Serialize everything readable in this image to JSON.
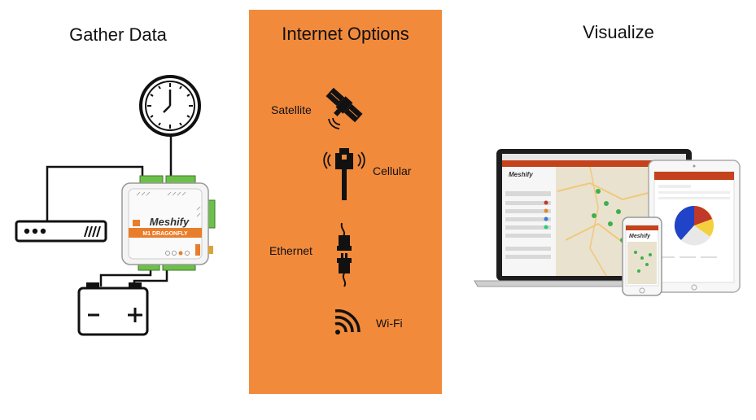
{
  "headings": {
    "gather": "Gather Data",
    "internet": "Internet Options",
    "visualize": "Visualize"
  },
  "internet_options": [
    {
      "label": "Satellite",
      "icon": "satellite-icon"
    },
    {
      "label": "Cellular",
      "icon": "cell-tower-icon"
    },
    {
      "label": "Ethernet",
      "icon": "ethernet-plug-icon"
    },
    {
      "label": "Wi-Fi",
      "icon": "wifi-icon"
    }
  ],
  "device": {
    "brand": "Meshify",
    "model": "M1 DRAGONFLY"
  },
  "colors": {
    "panel": "#f28a3c",
    "device_accent": "#e87d2b",
    "terminal_green": "#6cc04a",
    "app_header": "#c4421c"
  }
}
